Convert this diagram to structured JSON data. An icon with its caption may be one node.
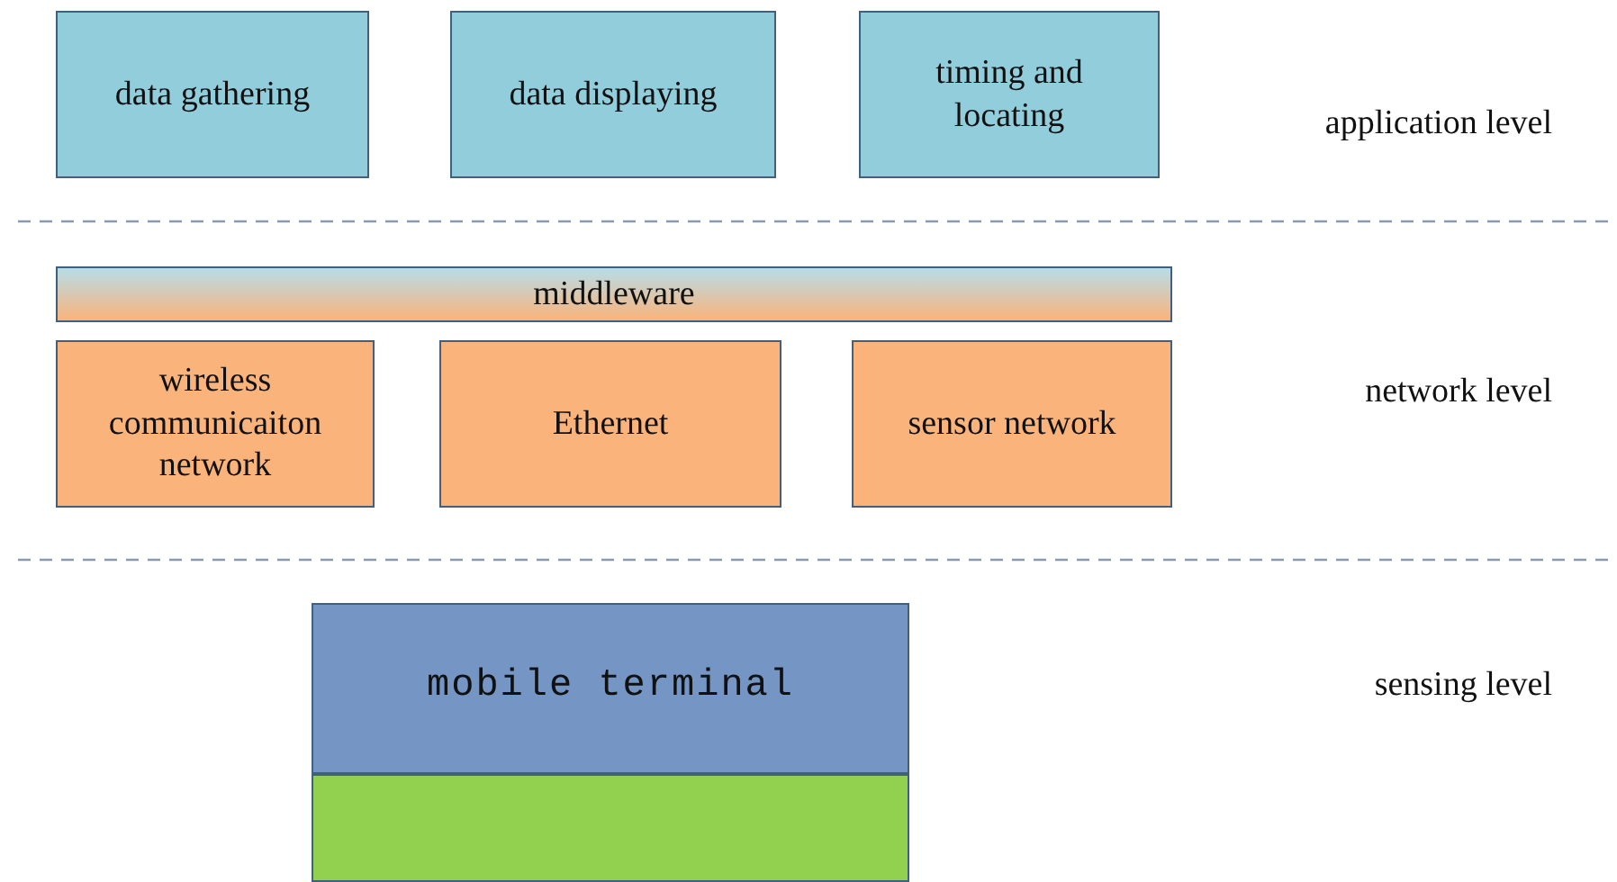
{
  "diagram": {
    "nodes": [
      {
        "text": [
          "data gathering"
        ]
      },
      {
        "text": [
          "data displaying"
        ]
      },
      {
        "text": [
          "timing and locating"
        ]
      },
      {
        "text": [
          "middleware"
        ]
      },
      {
        "text": [
          "wireless communicaiton network"
        ]
      },
      {
        "text": [
          "Ethernet"
        ]
      },
      {
        "text": [
          "sensor network"
        ]
      },
      {
        "text": [
          "mobile terminal"
        ]
      },
      {
        "text": [],
        "shape": "box"
      }
    ],
    "labels": [
      "application level",
      "network level",
      "sensing level"
    ]
  }
}
